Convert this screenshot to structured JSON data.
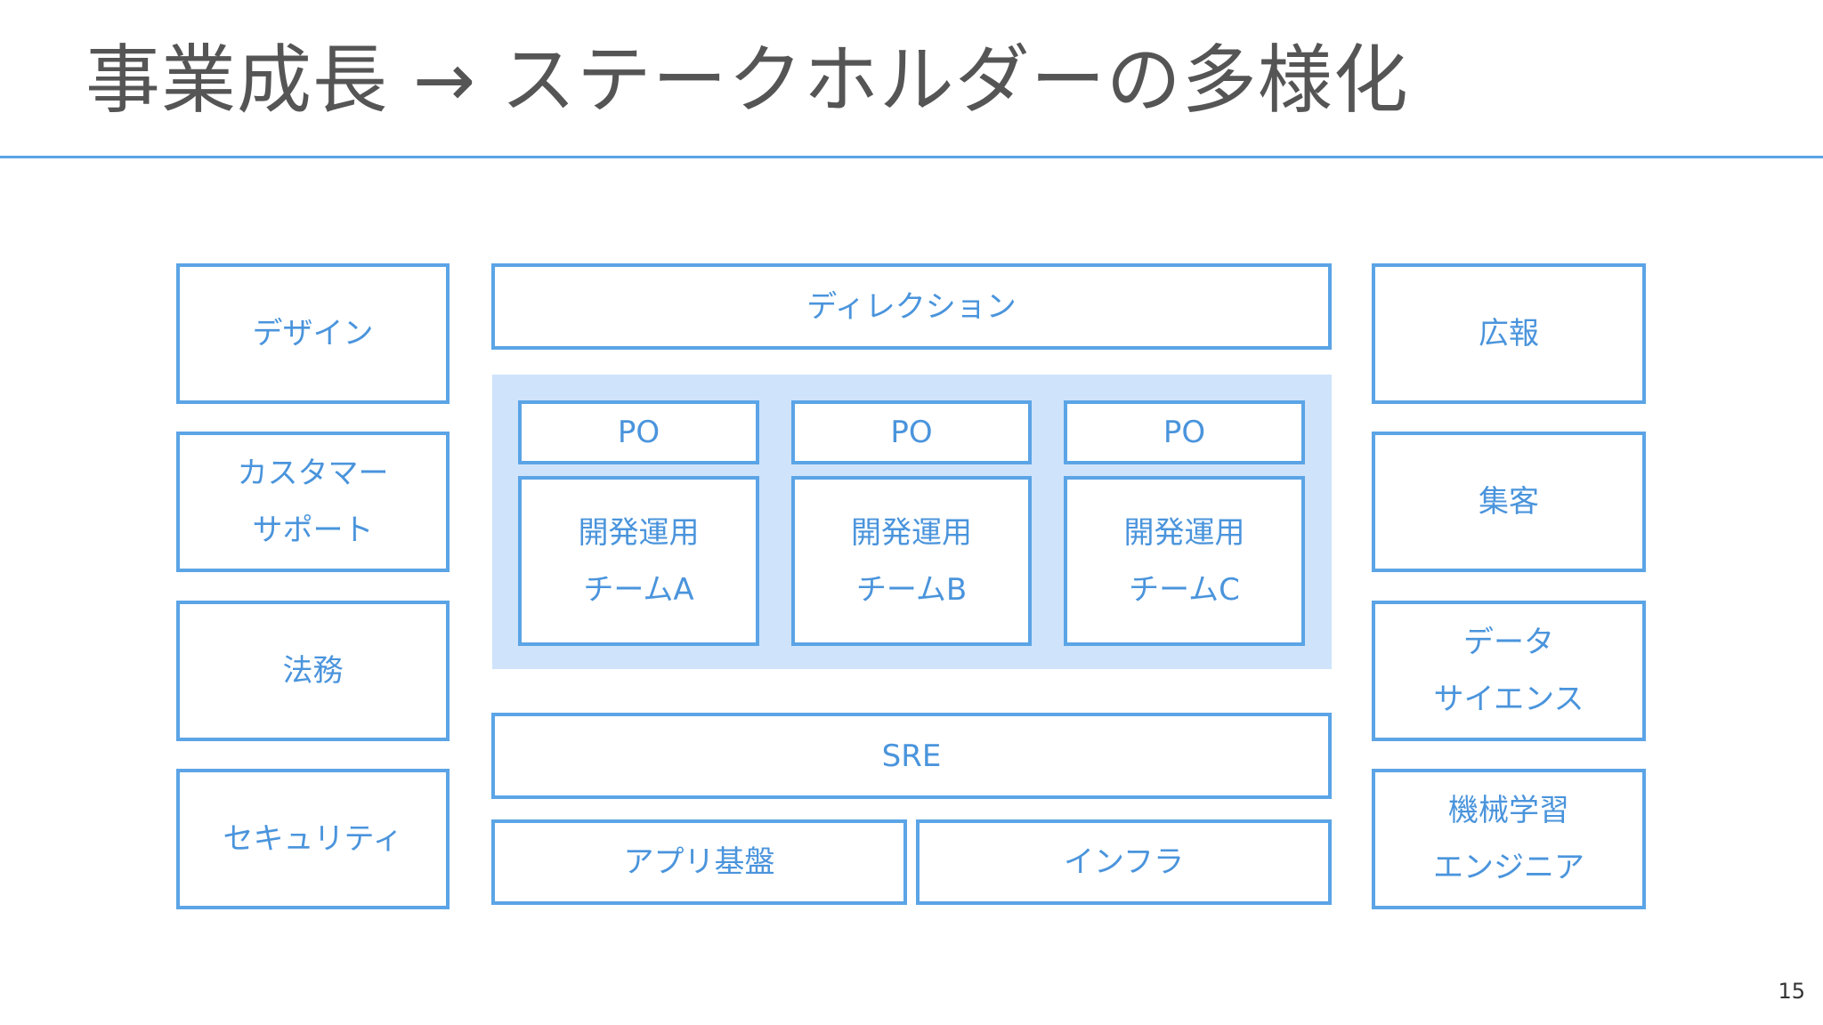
{
  "slide": {
    "title": "事業成長 → ステークホルダーの多様化",
    "page_number": "15"
  },
  "left_column": [
    {
      "lines": [
        "デザイン"
      ]
    },
    {
      "lines": [
        "カスタマー",
        "サポート"
      ]
    },
    {
      "lines": [
        "法務"
      ]
    },
    {
      "lines": [
        "セキュリティ"
      ]
    }
  ],
  "right_column": [
    {
      "lines": [
        "広報"
      ]
    },
    {
      "lines": [
        "集客"
      ]
    },
    {
      "lines": [
        "データ",
        "サイエンス"
      ]
    },
    {
      "lines": [
        "機械学習",
        "エンジニア"
      ]
    }
  ],
  "center": {
    "direction": "ディレクション",
    "teams": [
      {
        "po": "PO",
        "line1": "開発運用",
        "line2": "チームA"
      },
      {
        "po": "PO",
        "line1": "開発運用",
        "line2": "チームB"
      },
      {
        "po": "PO",
        "line1": "開発運用",
        "line2": "チームC"
      }
    ],
    "sre": "SRE",
    "app_platform": "アプリ基盤",
    "infra": "インフラ"
  },
  "colors": {
    "accent": "#5ba4e6",
    "text_blue": "#4a94dc",
    "panel_fill": "#cfe3fb",
    "title_gray": "#555555"
  }
}
